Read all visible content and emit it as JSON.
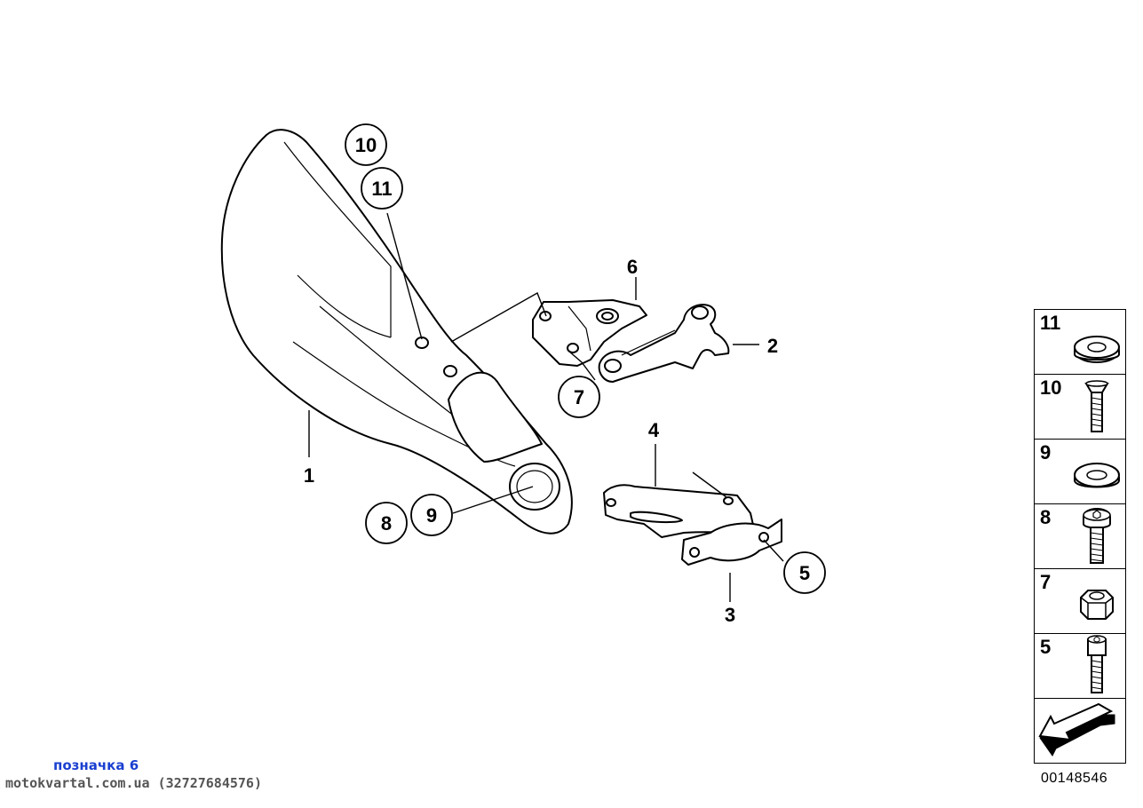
{
  "callouts": [
    {
      "id": "1",
      "circled": false
    },
    {
      "id": "2",
      "circled": false
    },
    {
      "id": "3",
      "circled": false
    },
    {
      "id": "4",
      "circled": false
    },
    {
      "id": "5",
      "circled": true
    },
    {
      "id": "6",
      "circled": false
    },
    {
      "id": "7",
      "circled": true
    },
    {
      "id": "8",
      "circled": true
    },
    {
      "id": "9",
      "circled": true
    },
    {
      "id": "10",
      "circled": true
    },
    {
      "id": "11",
      "circled": true
    }
  ],
  "legend": [
    {
      "number": "11",
      "icon": "washer-icon"
    },
    {
      "number": "10",
      "icon": "countersunk-screw-icon"
    },
    {
      "number": "9",
      "icon": "washer-icon"
    },
    {
      "number": "8",
      "icon": "torx-bolt-icon"
    },
    {
      "number": "7",
      "icon": "hex-nut-icon"
    },
    {
      "number": "5",
      "icon": "socket-cap-screw-icon"
    },
    {
      "number": "",
      "icon": "arrow-icon"
    }
  ],
  "doc_number": "00148546",
  "watermark": {
    "line1": "позначка 6",
    "line2": "motokvartal.com.ua (32727684576)"
  }
}
